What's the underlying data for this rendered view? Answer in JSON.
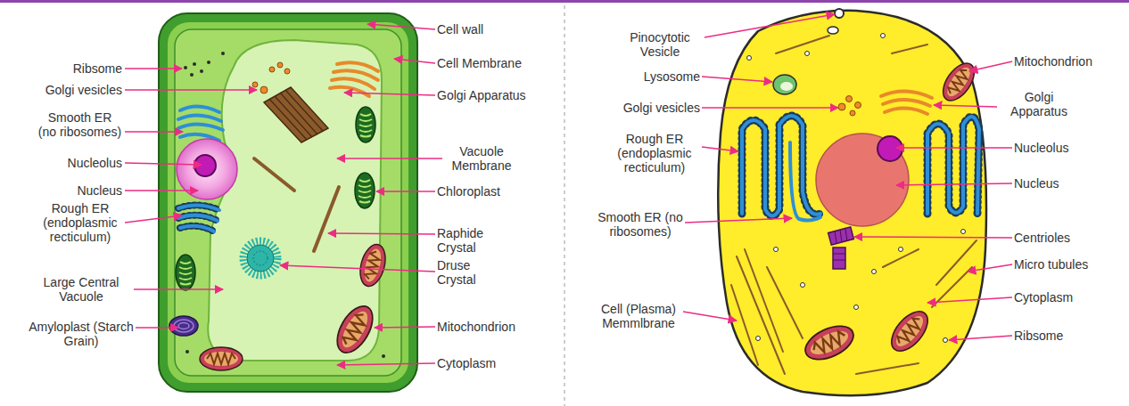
{
  "diagram": {
    "labels": [
      "Cell wall",
      "Ribsome",
      "Cell Membrane",
      "Golgi vesicles",
      "Golgi Apparatus",
      "Smooth ER (no ribosomes)",
      "Vacuole Membrane",
      "Nucleolus",
      "Nucleus",
      "Chloroplast",
      "Rough ER (endoplasmic recticulum)",
      "Raphide Crystal",
      "Druse Crystal",
      "Large Central Vacuole",
      "Amyloplast (Starch Grain)",
      "Mitochondrion",
      "Cytoplasm",
      "Pinocytotic Vesicle",
      "Mitochondrion",
      "Lysosome",
      "Golgi vesicles",
      "Golgi Apparatus",
      "Rough ER (endoplasmic recticulum)",
      "Nucleolus",
      "Nucleus",
      "Smooth ER (no ribosomes)",
      "Centrioles",
      "Micro tubules",
      "Cell (Plasma) Memmlbrane",
      "Cytoplasm",
      "Ribsome"
    ]
  }
}
